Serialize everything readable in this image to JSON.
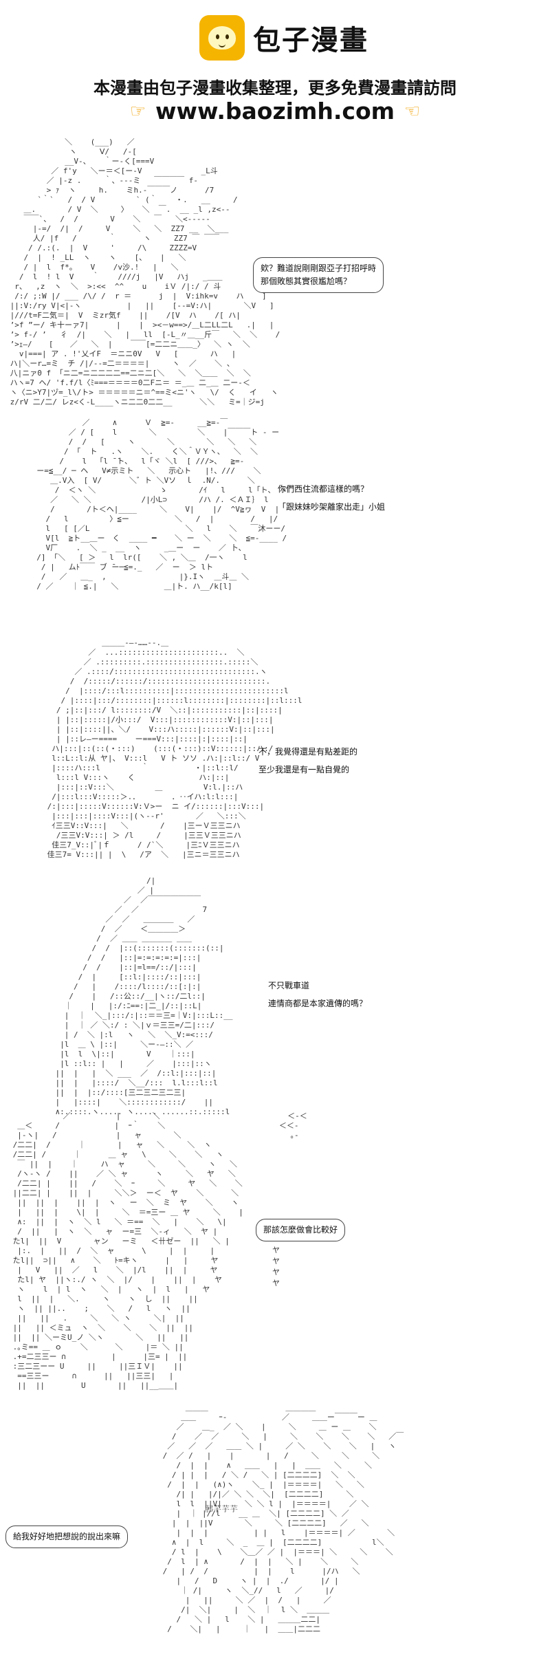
{
  "header": {
    "logo_text": "包子漫畫",
    "tagline": "本漫畫由包子漫畫收集整理，更多免費漫畫請訪問",
    "url": "www.baozimh.com",
    "hand_icon": "pointing-hand-icon",
    "accent_color": "#f5b400"
  },
  "panels": [
    {
      "id": "p1",
      "type": "bubble",
      "lines": [
        "欸？難道說剛剛跟亞子打招呼時",
        "那個敗態其實很尷尬嗎？"
      ]
    },
    {
      "id": "p2",
      "type": "caption",
      "lines": [
        "你們西住流都這樣的嗎？",
        "「跟妹妹吵架離家出走」小姐"
      ]
    },
    {
      "id": "p3",
      "type": "caption",
      "lines": [
        "不，我覺得還是有點差距的",
        "至少我還是有一點自覺的"
      ]
    },
    {
      "id": "p4",
      "type": "caption",
      "lines": [
        "不只戰車道",
        "連情商都是本家遺傳的嗎？"
      ]
    },
    {
      "id": "p5",
      "type": "bubble",
      "lines": [
        "那該怎麼做會比較好"
      ]
    },
    {
      "id": "p6",
      "type": "bubble",
      "lines": [
        "給我好好地把想說的說出來嘛"
      ]
    }
  ],
  "ascii_labels": {
    "p5_sfx": "ヤヤヤヤ",
    "p6_label": "𦙨芋芋芋"
  }
}
